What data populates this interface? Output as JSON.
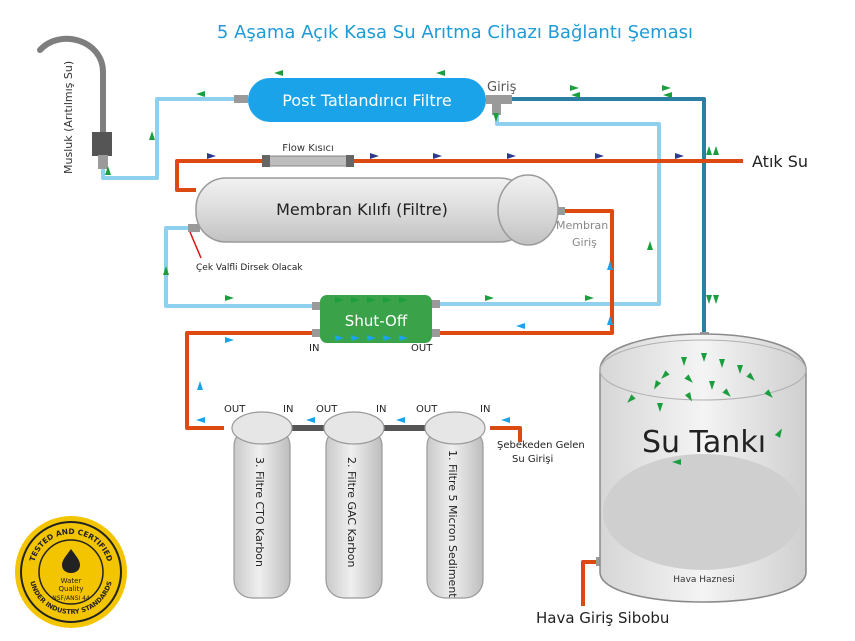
{
  "title": "5 Aşama Açık Kasa Su Arıtma Cihazı Bağlantı Şeması",
  "faucet": {
    "label": "Musluk (Arıtılmış Su)"
  },
  "post_filter": {
    "label": "Post Tatlandırıcı Filtre",
    "inlet_label": "Giriş"
  },
  "flow_restrictor": {
    "label": "Flow Kısıcı"
  },
  "waste": {
    "label": "Atık Su"
  },
  "membrane": {
    "label": "Membran Kılıfı (Filtre)",
    "inlet_line1": "Membran",
    "inlet_line2": "Giriş"
  },
  "check_valve": {
    "label": "Çek Valfli Dirsek Olacak"
  },
  "shutoff": {
    "label": "Shut-Off",
    "in_label": "IN",
    "out_label": "OUT"
  },
  "filters": [
    {
      "label": "3. Filtre CTO Karbon",
      "out_label": "OUT",
      "in_label": "IN"
    },
    {
      "label": "2. Filtre GAC Karbon",
      "out_label": "OUT",
      "in_label": "IN"
    },
    {
      "label": "1. Filtre 5 Micron Sediment",
      "out_label": "OUT",
      "in_label": "IN"
    }
  ],
  "mains_inlet": {
    "line1": "Şebekeden Gelen",
    "line2": "Su Girişi"
  },
  "tank": {
    "label": "Su Tankı",
    "air_chamber_label": "Hava Haznesi",
    "air_valve_label": "Hava Giriş Sibobu"
  },
  "badge": {
    "top_text": "TESTED AND CERTIFIED",
    "brand_line1": "Water",
    "brand_line2": "Quality",
    "standard": "NSF/ANSI 44",
    "bottom_text": "UNDER INDUSTRY STANDARDS"
  },
  "colors": {
    "title": "#1f9bd7",
    "clean_line": "#8fd0ee",
    "raw_line": "#dc4a12",
    "tank_line": "#2a7fa3",
    "post_filter": "#1aa3e8",
    "shutoff": "#3aa34a",
    "flow_arrow": "#1a9e3e",
    "waste_arrow": "#2b3a8c",
    "badge_gold": "#f3c400"
  }
}
